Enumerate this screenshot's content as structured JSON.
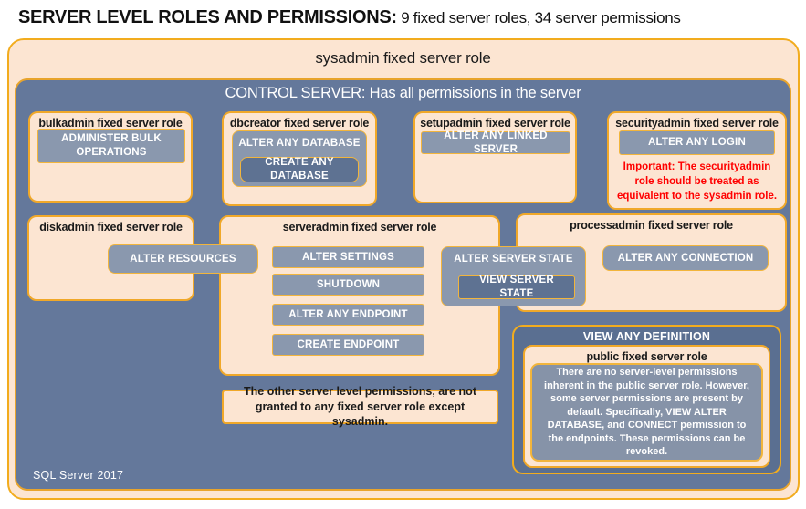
{
  "header": {
    "title_bold": "SERVER LEVEL ROLES AND PERMISSIONS:",
    "title_rest": " 9 fixed server roles, 34 server permissions"
  },
  "sysadmin": {
    "label": "sysadmin fixed server role"
  },
  "control": {
    "label": "CONTROL SERVER: Has all permissions in the server"
  },
  "roles": {
    "bulkadmin": {
      "title": "bulkadmin fixed server role",
      "perm": "ADMINISTER BULK OPERATIONS"
    },
    "dbcreator": {
      "title": "dbcreator fixed server role",
      "perm_outer": "ALTER ANY DATABASE",
      "perm_inner": "CREATE ANY DATABASE"
    },
    "setupadmin": {
      "title": "setupadmin fixed server role",
      "perm": "ALTER ANY LINKED SERVER"
    },
    "securityadmin": {
      "title": "securityadmin fixed server role",
      "perm": "ALTER ANY LOGIN",
      "warning": "Important: The securityadmin role should be treated as equivalent to the sysadmin role."
    },
    "diskadmin": {
      "title": "diskadmin fixed server role",
      "perm": "ALTER RESOURCES"
    },
    "serveradmin": {
      "title": "serveradmin fixed server role",
      "perms": [
        "ALTER SETTINGS",
        "SHUTDOWN",
        "ALTER ANY ENDPOINT",
        "CREATE ENDPOINT"
      ],
      "shared_outer": "ALTER SERVER STATE",
      "shared_inner": "VIEW SERVER STATE"
    },
    "processadmin": {
      "title": "processadmin fixed server role",
      "perm": "ALTER ANY CONNECTION"
    }
  },
  "note": {
    "text": "The other server level permissions, are not granted to any fixed server role except sysadmin."
  },
  "public_panel": {
    "label": "VIEW ANY DEFINITION",
    "role_title": "public fixed server role",
    "body": "There are no server-level permissions inherent in the public server role. However, some server permissions are present by default. Specifically, VIEW ALTER DATABASE, and CONNECT permission to the endpoints. These permissions can be revoked."
  },
  "footer": {
    "label": "SQL Server 2017"
  },
  "colors": {
    "peach": "#FCE5D2",
    "gold_border": "#F0A829",
    "slate_background": "#64789B",
    "permission_fill": "#8A98AE",
    "permission_dark_fill": "#5E7292",
    "panel_dark": "#5A6F91",
    "warning_red": "#FF0000"
  }
}
